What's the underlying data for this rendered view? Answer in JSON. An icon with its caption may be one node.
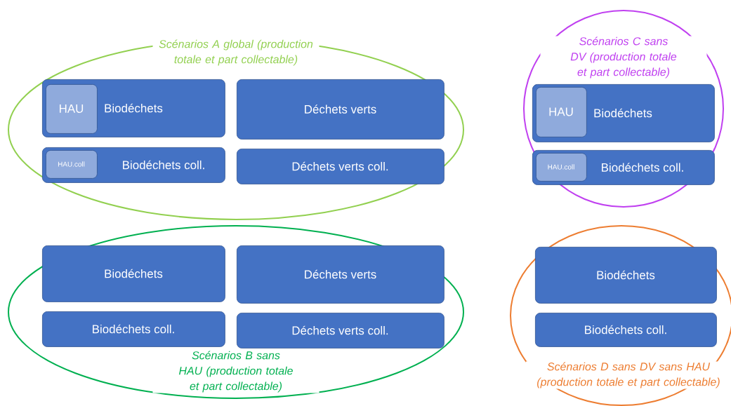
{
  "diagram": {
    "nodes": [
      {
        "text": [
          "Scénarios A global (production totale et part collectable)"
        ]
      },
      {
        "text": [
          "Biodéchets"
        ],
        "in": 0
      },
      {
        "text": [
          "HAU"
        ],
        "in": 1
      },
      {
        "text": [
          "Biodéchets coll."
        ],
        "in": 0
      },
      {
        "text": [
          "HAU.coll"
        ],
        "in": 3
      },
      {
        "text": [
          "Déchets verts"
        ],
        "in": 0
      },
      {
        "text": [
          "Déchets verts coll."
        ],
        "in": 0
      },
      {
        "text": [
          "Scénarios B sans HAU (production totale et part collectable)"
        ]
      },
      {
        "text": [
          "Biodéchets"
        ],
        "in": 7
      },
      {
        "text": [
          "Biodéchets coll."
        ],
        "in": 7
      },
      {
        "text": [
          "Déchets verts"
        ],
        "in": 7
      },
      {
        "text": [
          "Déchets verts coll."
        ],
        "in": 7
      },
      {
        "text": [
          "Scénarios C sans DV (production totale et part collectable)"
        ]
      },
      {
        "text": [
          "Biodéchets"
        ],
        "in": 12
      },
      {
        "text": [
          "HAU"
        ],
        "in": 13
      },
      {
        "text": [
          "Biodéchets coll."
        ],
        "in": 12
      },
      {
        "text": [
          "HAU.coll"
        ],
        "in": 15
      },
      {
        "text": [
          "Scénarios D sans DV sans HAU (production totale et part collectable)"
        ]
      },
      {
        "text": [
          "Biodéchets"
        ],
        "in": 17
      },
      {
        "text": [
          "Biodéchets coll."
        ],
        "in": 17
      }
    ]
  }
}
